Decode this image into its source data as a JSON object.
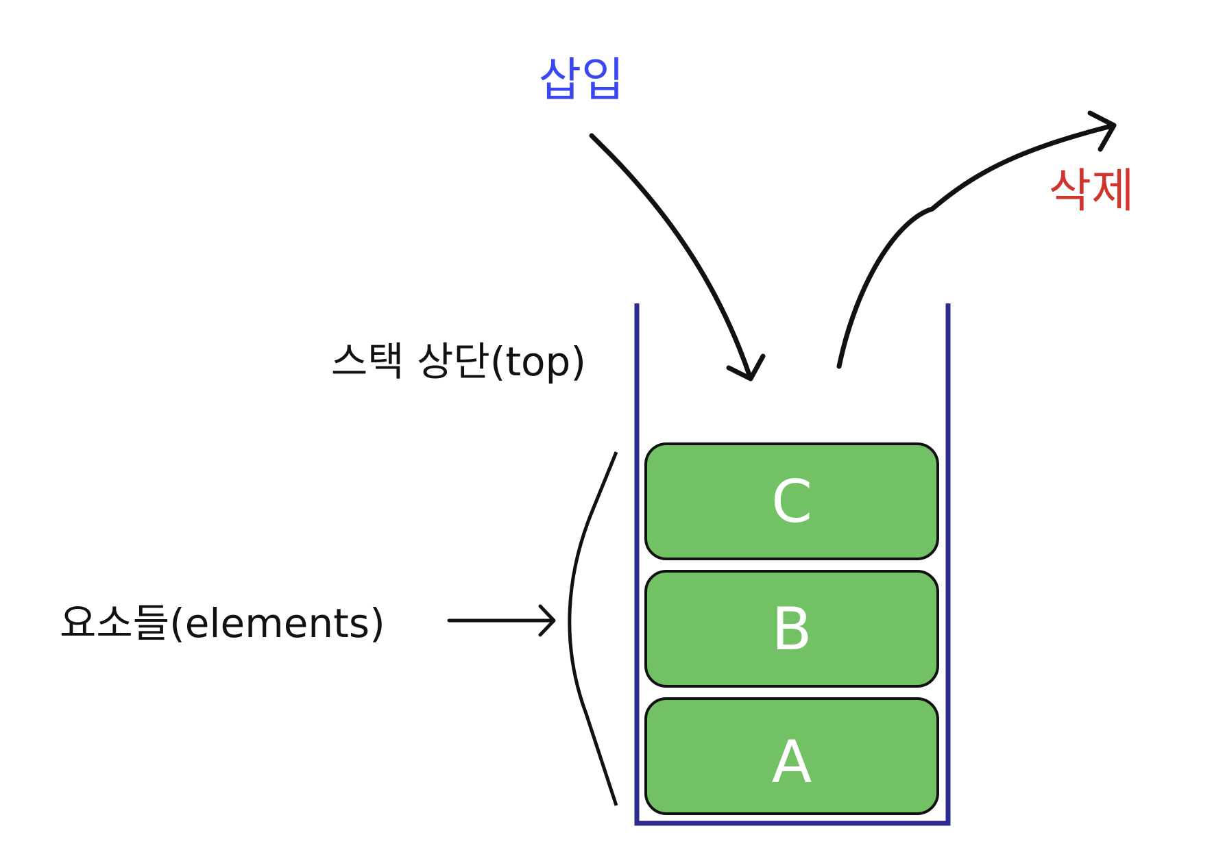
{
  "labels": {
    "insert": "삽입",
    "delete": "삭제",
    "top": "스택 상단(top)",
    "elements": "요소들(elements)"
  },
  "stack": {
    "items_top_to_bottom": [
      "C",
      "B",
      "A"
    ]
  },
  "colors": {
    "insert": "#3b48f0",
    "delete": "#d0342c",
    "container": "#2b2a8f",
    "element_fill": "#72c164",
    "element_stroke": "#111111",
    "element_text": "#ffffff",
    "arrow": "#111111",
    "text": "#111111"
  }
}
